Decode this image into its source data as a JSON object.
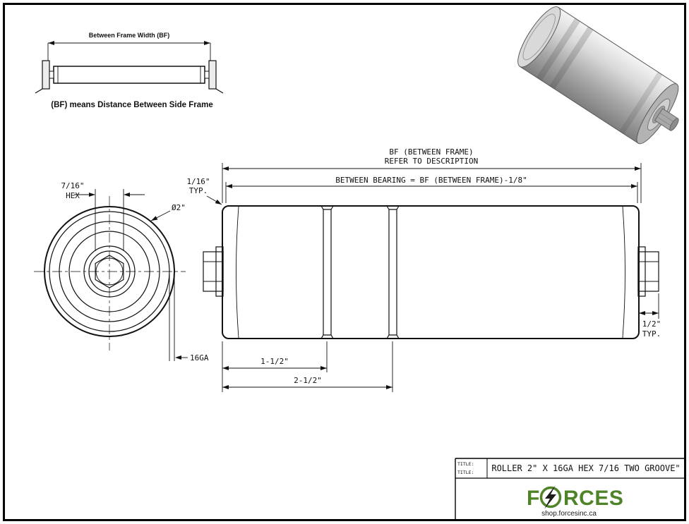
{
  "colors": {
    "logo_green": "#4f8328",
    "line": "#111111"
  },
  "inset": {
    "dim_label": "Between Frame Width (BF)",
    "caption": "(BF) means Distance Between Side Frame"
  },
  "end_view": {
    "hex_size": "7/16\"",
    "hex_word": "HEX",
    "diameter": "Ø2\"",
    "gauge": "16GA"
  },
  "side_view": {
    "bf_line1": "BF (BETWEEN FRAME)",
    "bf_line2": "REFER TO DESCRIPTION",
    "between_bearing": "BETWEEN BEARING = BF (BETWEEN FRAME)-1/8\"",
    "typ_sixteenth_value": "1/16\"",
    "typ_sixteenth_word": "TYP.",
    "typ_half_value": "1/2\"",
    "typ_half_word": "TYP.",
    "dim_to_first_groove": "1-1/2\"",
    "dim_to_second_groove": "2-1/2\""
  },
  "title_block": {
    "label_top": "TITLE:",
    "label_bottom": "TITLE:",
    "title": "ROLLER 2\" X 16GA HEX 7/16 TWO GROOVE\"",
    "logo_f": "F",
    "logo_rces": "RCES",
    "website": "shop.forcesinc.ca"
  }
}
